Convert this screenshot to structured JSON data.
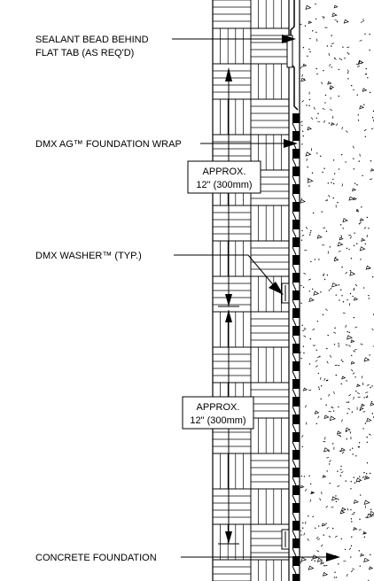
{
  "callouts": {
    "sealant_line1": "SEALANT BEAD BEHIND",
    "sealant_line2": "FLAT TAB (AS REQ'D)",
    "foundation_wrap": "DMX AG™ FOUNDATION WRAP",
    "washer": "DMX WASHER™ (TYP.)",
    "concrete": "CONCRETE FOUNDATION"
  },
  "dimensions": {
    "upper_line1": "APPROX.",
    "upper_line2": "12\" (300mm)",
    "lower_line1": "APPROX.",
    "lower_line2": "12\" (300mm)"
  },
  "colors": {
    "ink": "#000000",
    "paper": "#ffffff"
  }
}
